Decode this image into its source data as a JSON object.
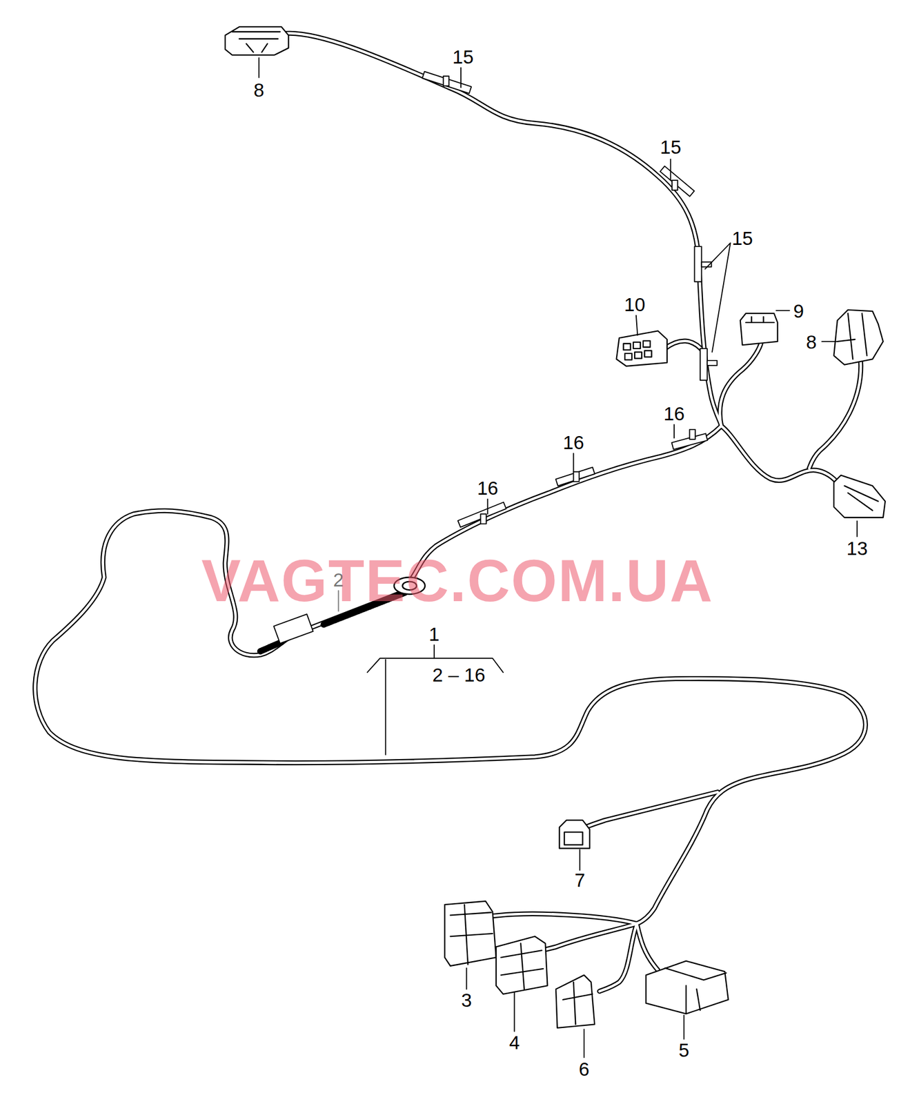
{
  "diagram": {
    "labels": [
      "15",
      "8",
      "15",
      "15",
      "10",
      "9",
      "8",
      "16",
      "16",
      "16",
      "13",
      "2",
      "VAGTEC.COM.UA",
      "1",
      "2 – 16",
      "7",
      "3",
      "4",
      "6",
      "5"
    ]
  }
}
